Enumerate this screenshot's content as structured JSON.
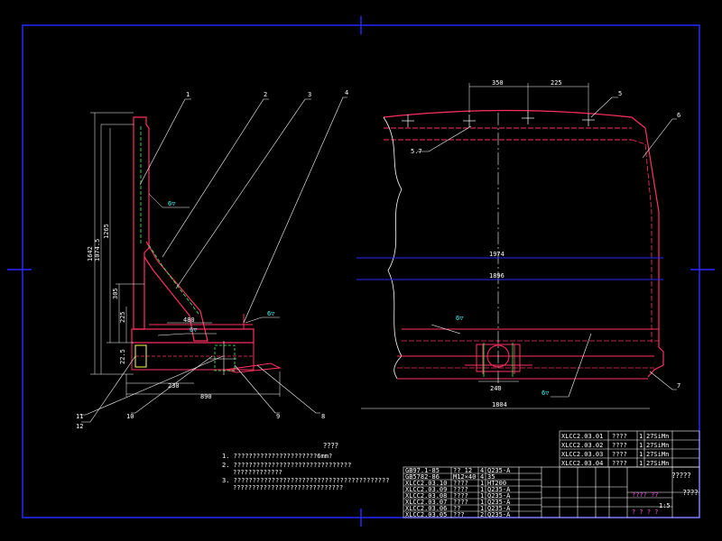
{
  "callouts": {
    "c1": "1",
    "c2": "2",
    "c3": "3",
    "c4": "4",
    "c5": "5",
    "c6": "6",
    "c7": "7",
    "c8": "8",
    "c9": "9",
    "c10": "10",
    "c11": "11",
    "c12": "12"
  },
  "dimensions": {
    "left_height_total": "1642",
    "left_height_1": "1074.5",
    "left_height_2": "1265",
    "left_h_305": "305",
    "left_h_225": "225",
    "left_h_tiny": "22.5",
    "bottom_230": "230",
    "bottom_890": "890",
    "mid_480": "480",
    "weld_r1": "6▽",
    "weld_r2": "6▽",
    "weld_r3": "6▽",
    "top_350": "350",
    "top_225": "225",
    "r_left": "5.7",
    "overall_1974": "1974",
    "overall_1896": "1896",
    "r_mid": "6▽",
    "r_bot": "6▽",
    "bolt_240": "240",
    "width_1804": "1804"
  },
  "notes": {
    "title": "????",
    "line1": "1. ??????????????????????6mm?",
    "line2a": "2. ???????????????????????????????",
    "line2b": "?????????????",
    "line3a": "3. ?????????????????????????????????????????",
    "line3b": "?????????????????????????????"
  },
  "parts_upper": [
    {
      "code": "XLCC2.03.01",
      "name": "????",
      "qty": "1",
      "mat": "27SiMn"
    },
    {
      "code": "XLCC2.03.02",
      "name": "????",
      "qty": "1",
      "mat": "27SiMn"
    },
    {
      "code": "XLCC2.03.03",
      "name": "????",
      "qty": "1",
      "mat": "27SiMn"
    },
    {
      "code": "XLCC2.03.04",
      "name": "????",
      "qty": "1",
      "mat": "27SiMn"
    }
  ],
  "parts_lower": [
    {
      "code": "GB97.1-85",
      "name": "?? 12",
      "qty": "4",
      "mat": "Q235-A"
    },
    {
      "code": "GB5782-86",
      "name": "M12×40",
      "qty": "4",
      "mat": "35"
    },
    {
      "code": "XLCC2.03.10",
      "name": "????",
      "qty": "1",
      "mat": "HT200"
    },
    {
      "code": "XLCC2.03.09",
      "name": "????",
      "qty": "1",
      "mat": "Q235-A"
    },
    {
      "code": "XLCC2.03.08",
      "name": "????",
      "qty": "1",
      "mat": "Q235-A"
    },
    {
      "code": "XLCC2.03.07",
      "name": "????",
      "qty": "1",
      "mat": "Q235-A"
    },
    {
      "code": "XLCC2.03.06",
      "name": "??",
      "qty": "1",
      "mat": "Q235-A"
    },
    {
      "code": "XLCC2.03.05",
      "name": "???",
      "qty": "2",
      "mat": "Q235-A"
    }
  ],
  "title_block": {
    "name1": "?????",
    "name2": "????",
    "scale": "1:5",
    "sheet_a": "???? ??",
    "sheet_b": "? ?  ? ?"
  }
}
